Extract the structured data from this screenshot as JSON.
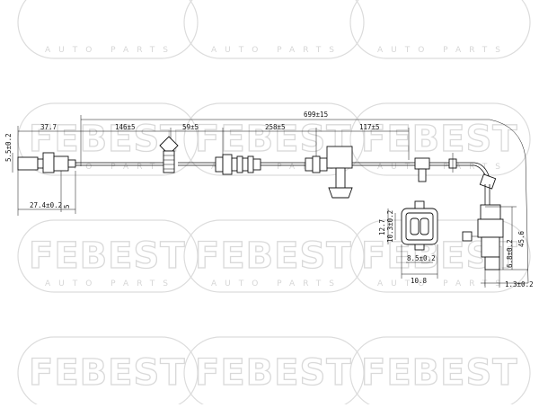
{
  "watermark": {
    "brand": "FEBEST",
    "tagline": "AUTO PARTS"
  },
  "dimensions": {
    "total_length": "699±15",
    "seg_1": "37.7",
    "seg_2": "146±5",
    "seg_3": "59±5",
    "seg_4": "258±5",
    "seg_5": "117±5",
    "sensor_dia": "5.5±0.2",
    "sensor_length": "27.4±0.2",
    "sensor_tip": "5",
    "connector_h1": "12.7",
    "connector_h2": "10.3±0.2",
    "connector_w1": "8.5±0.2",
    "connector_w2": "10.8",
    "head_height": "45.6",
    "head_dia": "6.8±0.2",
    "head_offset": "1.3±0.2"
  }
}
